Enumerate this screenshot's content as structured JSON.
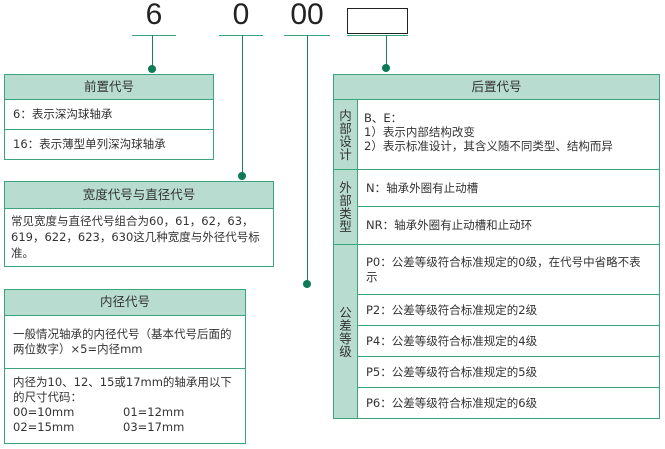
{
  "code": {
    "d1": "6",
    "d2": "0",
    "d3": "00"
  },
  "prefix": {
    "title": "前置代号",
    "rows": [
      "6：表示深沟球轴承",
      "16：表示薄型单列深沟球轴承"
    ]
  },
  "width": {
    "title": "宽度代号与直径代号",
    "text": "常见宽度与直径代号组合为60，61，62，63，619，622，623，630这几种宽度与外径代号标准。"
  },
  "bore": {
    "title": "内径代号",
    "text": "一般情况轴承的内径代号（基本代号后面的两位数字）×5=内径mm",
    "text2": "内径为10、12、15或17mm的轴承用以下的尺寸代码：",
    "codes": [
      "00=10mm",
      "01=12mm",
      "02=15mm",
      "03=17mm"
    ]
  },
  "suffix": {
    "title": "后置代号",
    "internal": {
      "label": "内部设计",
      "l1": "B、E：",
      "l2": "1）表示内部结构改变",
      "l3": "2）表示标准设计，其含义随不同类型、结构而异"
    },
    "external": {
      "label": "外部类型",
      "rows": [
        "N：轴承外圈有止动槽",
        "NR：轴承外圈有止动槽和止动环"
      ]
    },
    "tolerance": {
      "label": "公差等级",
      "rows": [
        "P0：公差等级符合标准规定的0级，在代号中省略不表示",
        "P2：公差等级符合标准规定的2级",
        "P4：公差等级符合标准规定的4级",
        "P5：公差等级符合标准规定的5级",
        "P6：公差等级符合标准规定的6级"
      ]
    }
  }
}
